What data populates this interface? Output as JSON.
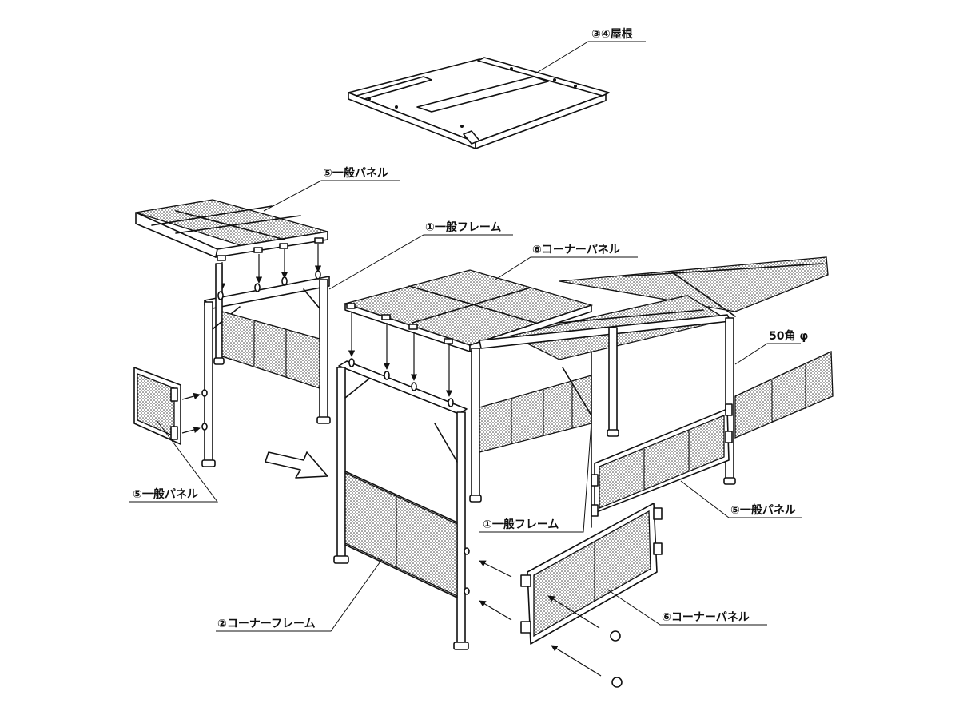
{
  "labels": {
    "roof": "③④屋根",
    "general_panel_top": "⑤一般パネル",
    "general_frame_top": "①一般フレーム",
    "corner_panel_top": "⑥コーナーパネル",
    "size_note": "50角 φ",
    "general_panel_left": "⑤一般パネル",
    "general_frame_mid": "①一般フレーム",
    "general_panel_right": "⑤一般パネル",
    "corner_frame": "②コーナーフレーム",
    "corner_panel_bottom": "⑥コーナーパネル"
  }
}
